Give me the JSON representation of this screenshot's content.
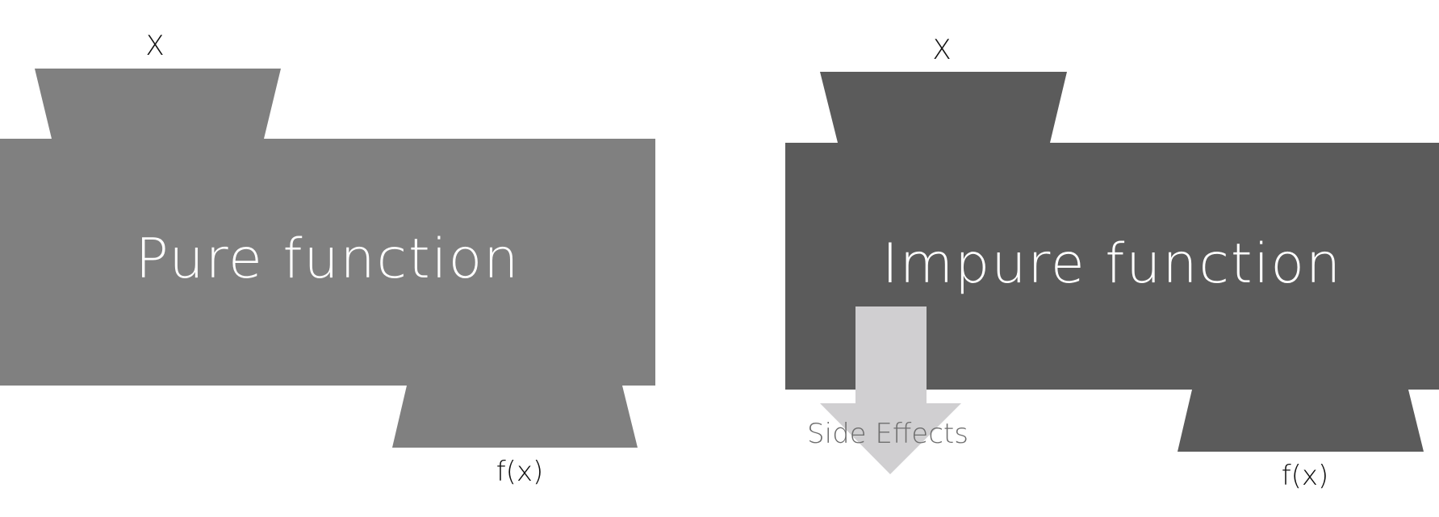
{
  "pure": {
    "title": "Pure function",
    "input_label": "X",
    "output_label": "f(x)",
    "fill": "#808080"
  },
  "impure": {
    "title": "Impure function",
    "input_label": "X",
    "output_label": "f(x)",
    "side_effects_label": "Side Effects",
    "fill": "#5b5b5b"
  },
  "colors": {
    "side_effects_arrow": "#d0cfd1",
    "side_effects_text": "#6e6e6e",
    "title_text": "#ffffff",
    "label_text": "#111111"
  }
}
